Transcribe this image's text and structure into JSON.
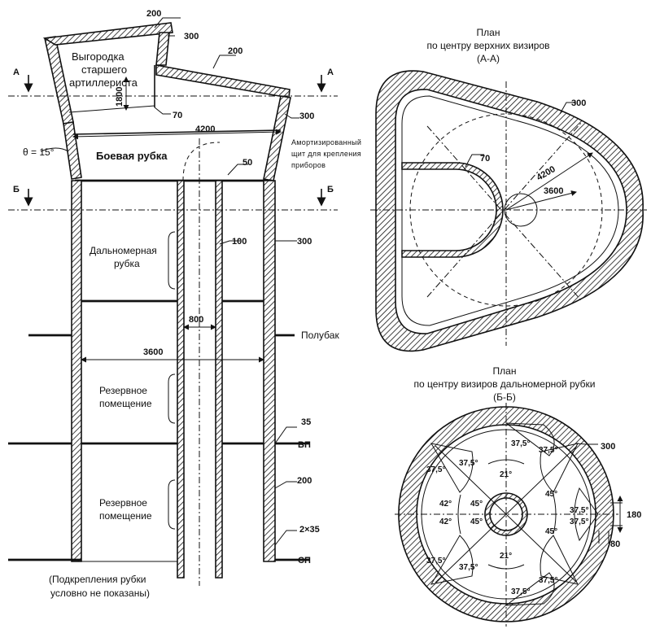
{
  "elevation": {
    "cabin_label": [
      "Выгородка",
      "старшего",
      "артиллериста"
    ],
    "cabin_height": "1800",
    "combat_room": "Боевая рубка",
    "rangefinder_room": [
      "Дальномерная",
      "рубка"
    ],
    "reserve_room_1": [
      "Резервное",
      "помещение"
    ],
    "reserve_room_2": [
      "Резервное",
      "помещение"
    ],
    "shield_note": [
      "Амортизированный",
      "щит для крепления",
      "приборов"
    ],
    "angle": "θ = 15°",
    "section_a": "А",
    "section_b": "Б",
    "deck_polubak": "Полубак",
    "deck_vp": "ВП",
    "deck_sp": "СП",
    "footnote": [
      "(Подкрепления рубки",
      "условно не показаны)"
    ],
    "dims": {
      "roof_top": "200",
      "roof_step": "300",
      "roof_right": "200",
      "cabin_floor": "70",
      "width_top": "4200",
      "plate_50": "50",
      "side_300": "300",
      "tube_100": "100",
      "tube_800": "800",
      "width_3600": "3600",
      "plate_35": "35",
      "side_200": "200",
      "plate_2x35": "2×35"
    }
  },
  "plan_a": {
    "title": [
      "План",
      "по центру верхних визиров",
      "(А-А)"
    ],
    "dim_300": "300",
    "dim_70": "70",
    "dim_4200": "4200",
    "dim_3600": "3600"
  },
  "plan_b": {
    "title": [
      "План",
      "по центру визиров дальномерной рубки",
      "(Б-Б)"
    ],
    "dim_300": "300",
    "dim_180": "180",
    "dim_80": "80",
    "angles": {
      "a375": "37,5°",
      "a21": "21°",
      "a42": "42°",
      "a45": "45°"
    }
  }
}
